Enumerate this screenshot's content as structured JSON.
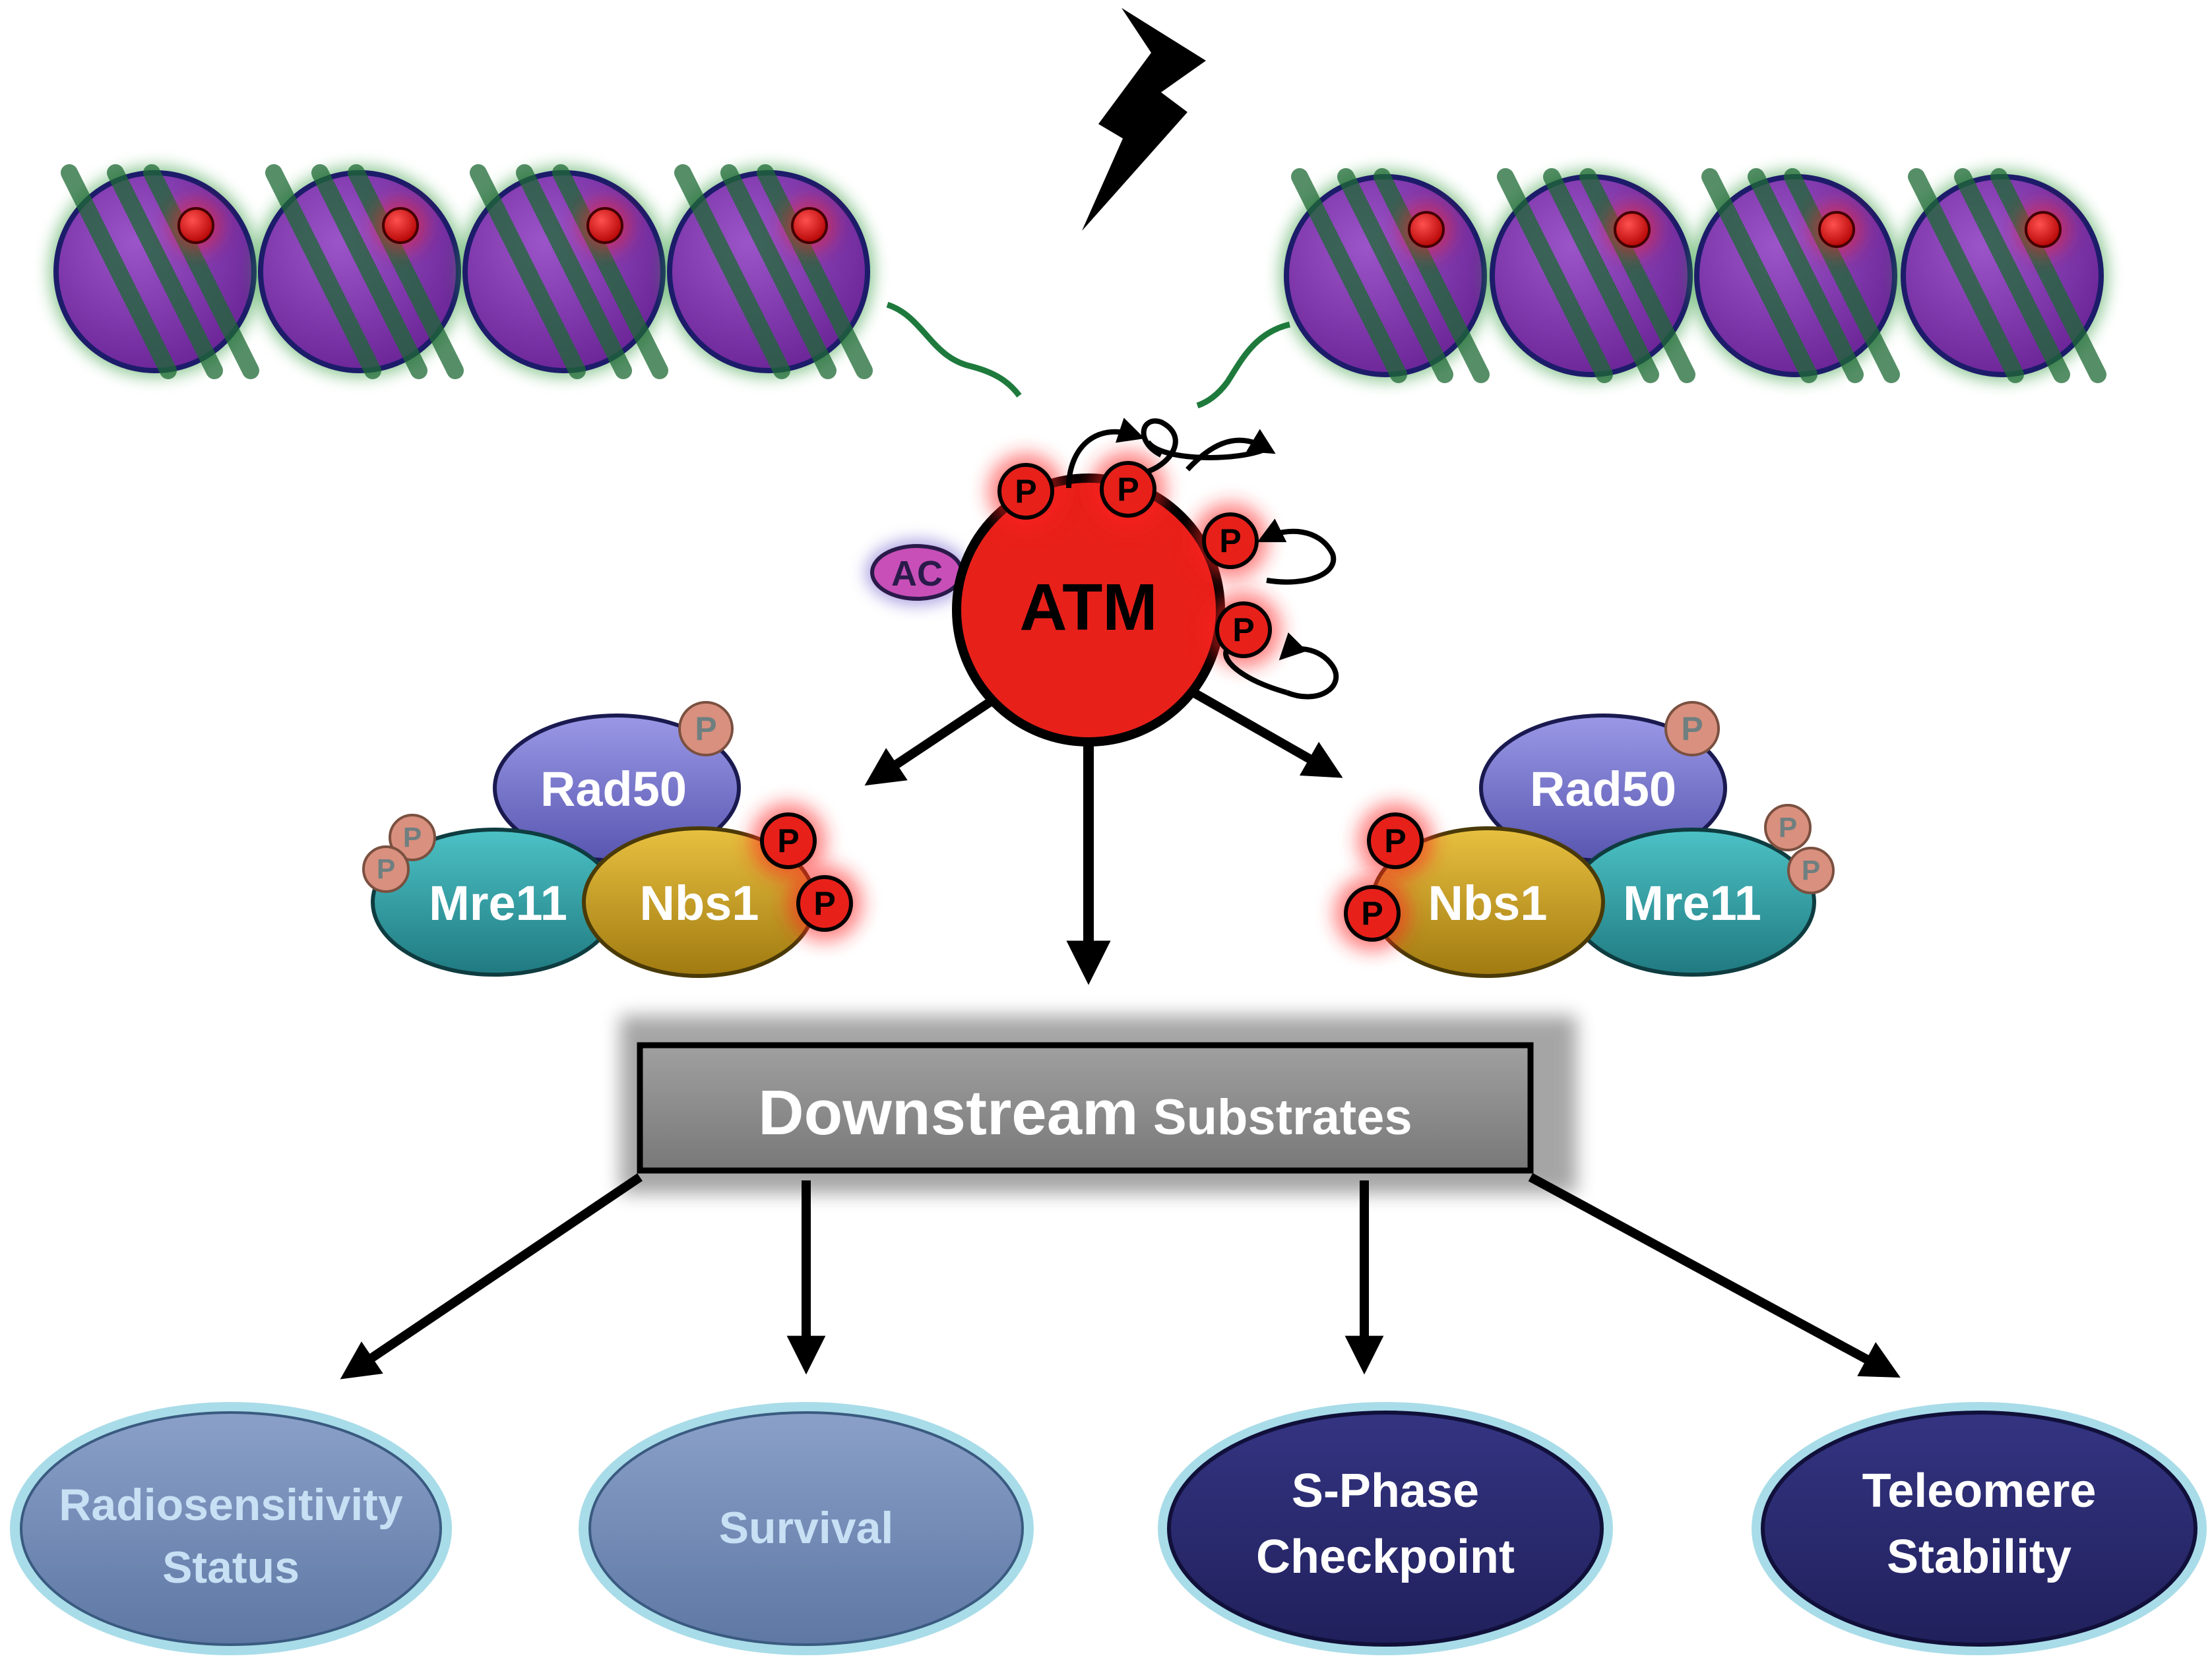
{
  "atm": {
    "label": "ATM",
    "acetyl_label": "AC",
    "phospho_label": "P"
  },
  "mrn_left": {
    "rad50": "Rad50",
    "mre11": "Mre11",
    "nbs1": "Nbs1"
  },
  "mrn_right": {
    "rad50": "Rad50",
    "mre11": "Mre11",
    "nbs1": "Nbs1"
  },
  "downstream": {
    "main": "Downstream",
    "sub": "Substrates"
  },
  "outcomes": [
    {
      "line1": "Radiosensitivity",
      "line2": "Status"
    },
    {
      "line1": "Survival",
      "line2": ""
    },
    {
      "line1": "S-Phase",
      "line2": "Checkpoint"
    },
    {
      "line1": "Teleomere",
      "line2": "Stability"
    }
  ],
  "colors": {
    "nucleosome": "#7b2fa8",
    "dna_strand": "#1e7a3c",
    "atm": "#e8201a",
    "phospho": "#e8201a",
    "phospho_muted": "#d9907e",
    "acetyl": "#c84fb8",
    "rad50": "#7372c8",
    "mre11": "#2b9aa0",
    "nbs1": "#c8a020",
    "box": "#8c8c8c",
    "outcome_light": "#7088b0",
    "outcome_dark": "#2a2a6e"
  },
  "icons": {
    "damage": "lightning-bolt-icon"
  }
}
